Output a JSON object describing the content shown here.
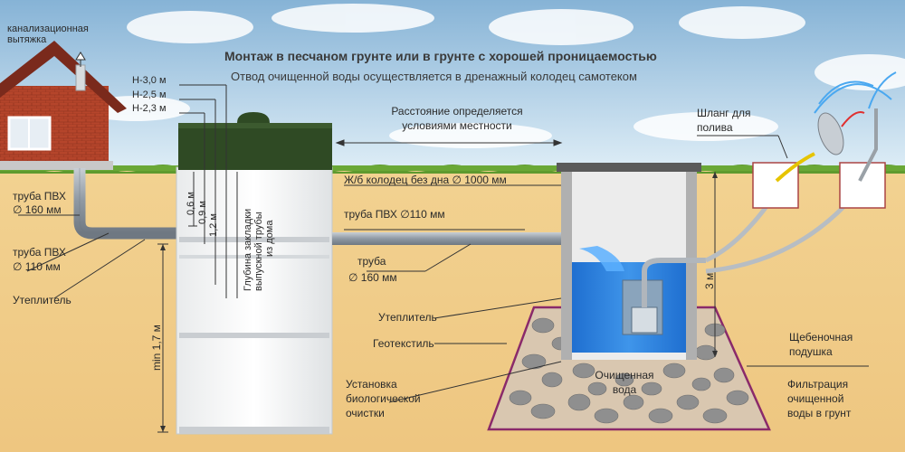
{
  "title": "Монтаж  в песчаном грунте или в грунте с хорошей проницаемостью",
  "subtitle": "Отвод очищенной воды осуществляется в дренажный колодец самотеком",
  "labels": {
    "vent": [
      "канализационная",
      "вытяжка"
    ],
    "h30": "Н-3,0 м",
    "h25": "Н-2,5 м",
    "h23": "Н-2,3 м",
    "distance": [
      "Расстояние определяется",
      "условиями местности"
    ],
    "hose": [
      "Шланг для",
      "полива"
    ],
    "well": "Ж/б колодец без дна ∅ 1000 мм",
    "pipe110": "труба  ПВХ ∅110 мм",
    "pipe160_left": [
      "труба ПВХ",
      "∅ 160 мм"
    ],
    "pipe110_left": [
      "труба ПВХ",
      "∅ 110 мм"
    ],
    "insulation_left": "Утеплитель",
    "pipe160_mid": [
      "труба",
      "∅ 160 мм"
    ],
    "insulation_mid": "Утеплитель",
    "geotextile": "Геотекстиль",
    "unit": [
      "Установка",
      "биологической",
      "очистки"
    ],
    "cleaned_water": [
      "Очищенная",
      "вода"
    ],
    "gravel": [
      "Щебеночная",
      "подушка"
    ],
    "filtration": [
      "Фильтрация",
      "очищенной",
      "воды в грунт"
    ],
    "dim_06": "0,6 м",
    "dim_09": "0,9 м",
    "dim_12": "1,2 м",
    "depth_pipe": [
      "Глубина закладки",
      "выпускной трубы",
      "из дома"
    ],
    "min17": "min 1,7 м",
    "dim_3m": "3 м"
  },
  "colors": {
    "sky_top": "#8fb8d8",
    "soil": "#f0cf8c",
    "grass": "#5e9a2e",
    "tank_lid": "#2f4a24",
    "water": "#2d7fd9",
    "outline": "#8a2a6a",
    "pipe": "#9aa3ad",
    "house_wall": "#b8442a",
    "house_roof": "#7a2a1c"
  }
}
